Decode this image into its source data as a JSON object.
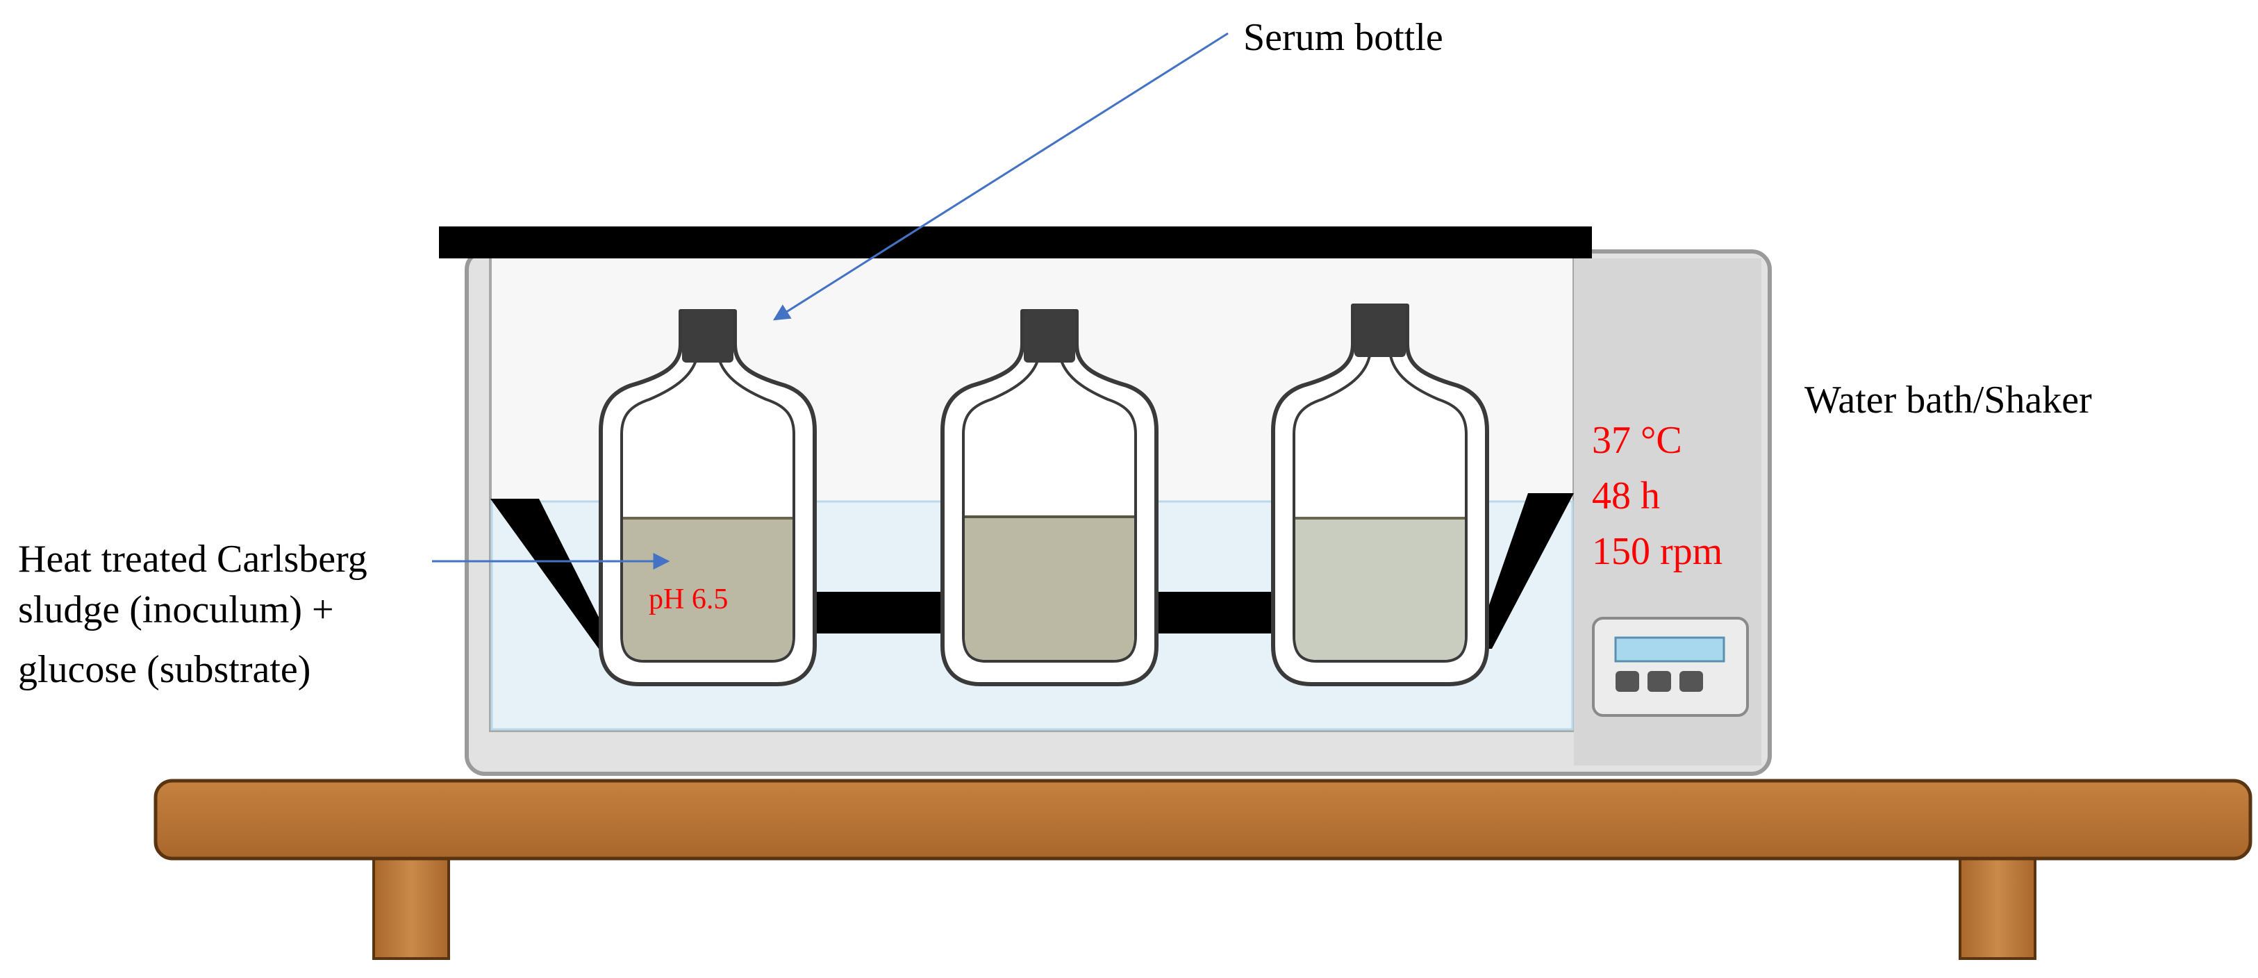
{
  "labels": {
    "serum_bottle": "Serum bottle",
    "water_bath": "Water bath/Shaker",
    "inoculum_line1": "Heat treated Carlsberg",
    "inoculum_line2": "sludge (inoculum) +",
    "inoculum_line3": "glucose (substrate)",
    "ph": "pH 6.5",
    "temperature": "37 °C",
    "duration": "48 h",
    "speed": "150 rpm"
  },
  "colors": {
    "arrow": "#4472c4",
    "condition_text": "#ff0000",
    "label_text": "#000000",
    "water": "#e6f2f8",
    "liquid_1": "#bbb9a4",
    "liquid_2": "#bbb9a4",
    "liquid_3": "#c8cdbf",
    "table_wood": "#bf7a3a",
    "bath_body": "#e4e4e4",
    "display": "#a8d8ee"
  },
  "icons": {
    "display_screen": "lcd-display-icon",
    "control_buttons": "button-icon"
  }
}
